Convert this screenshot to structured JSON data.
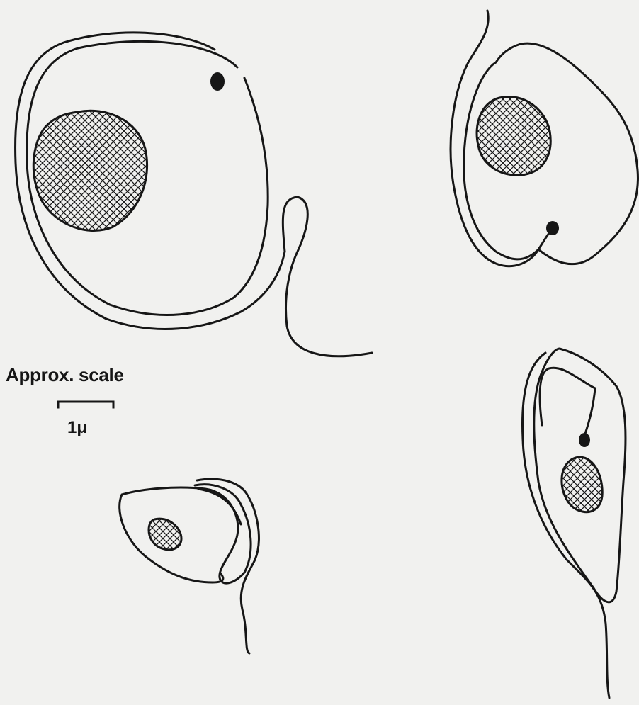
{
  "scale": {
    "label": "Approx. scale",
    "unit": "1μ"
  },
  "colors": {
    "background": "#f1f1ef",
    "ink": "#161616"
  },
  "figure": {
    "cells": [
      {
        "id": "cell-top-left",
        "nucleus": "cross-hatched",
        "granule": "dark dot"
      },
      {
        "id": "cell-top-right",
        "nucleus": "cross-hatched",
        "granule": "dark dot"
      },
      {
        "id": "cell-bottom-left",
        "nucleus": "cross-hatched"
      },
      {
        "id": "cell-bottom-right",
        "nucleus": "cross-hatched",
        "granule": "dark dot"
      }
    ]
  }
}
